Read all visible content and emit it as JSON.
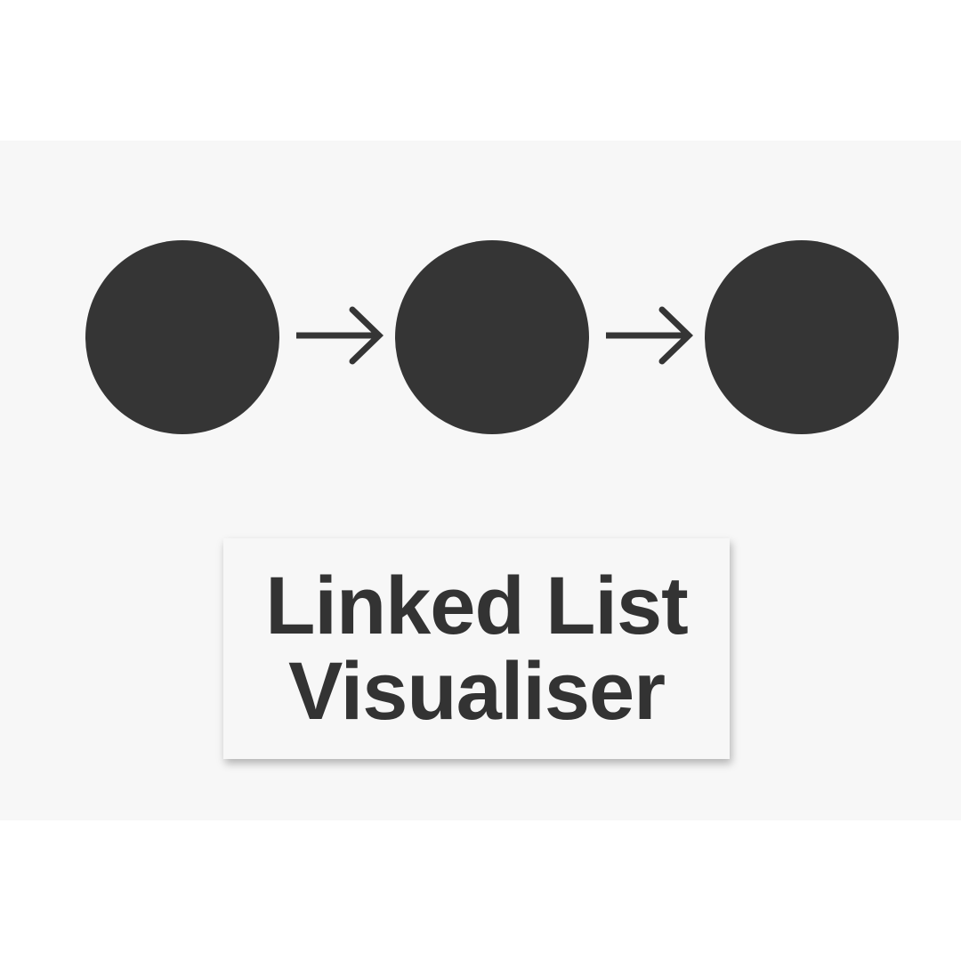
{
  "title": {
    "line1": "Linked List",
    "line2": "Visualiser"
  },
  "diagram": {
    "nodes": [
      {
        "id": "node-1"
      },
      {
        "id": "node-2"
      },
      {
        "id": "node-3"
      }
    ],
    "links": [
      {
        "from": "node-1",
        "to": "node-2",
        "icon": "arrow-right-icon"
      },
      {
        "from": "node-2",
        "to": "node-3",
        "icon": "arrow-right-icon"
      }
    ]
  },
  "colors": {
    "node": "#353535",
    "arrow": "#353535",
    "background": "#f7f7f7",
    "text": "#333333"
  }
}
